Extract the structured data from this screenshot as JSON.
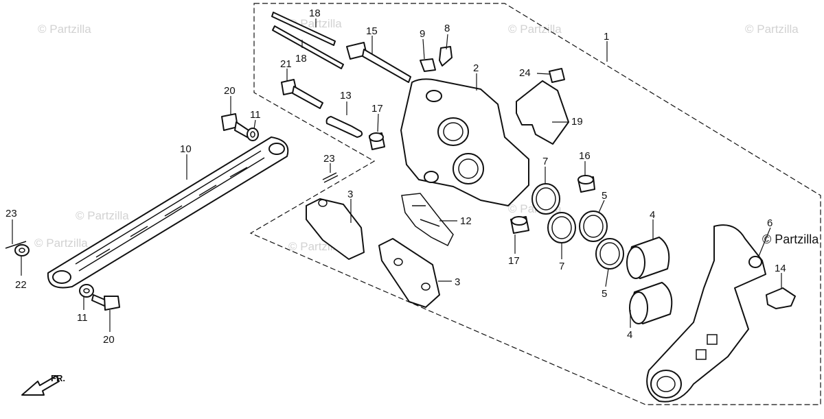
{
  "watermark": "© Partzilla",
  "brand_mark": "© Partzilla",
  "direction_label": "FR.",
  "callouts": [
    {
      "id": "c18a",
      "text": "18"
    },
    {
      "id": "c18b",
      "text": "18"
    },
    {
      "id": "c15",
      "text": "15"
    },
    {
      "id": "c9",
      "text": "9"
    },
    {
      "id": "c8",
      "text": "8"
    },
    {
      "id": "c1",
      "text": "1"
    },
    {
      "id": "c2",
      "text": "2"
    },
    {
      "id": "c24",
      "text": "24"
    },
    {
      "id": "c21",
      "text": "21"
    },
    {
      "id": "c20a",
      "text": "20"
    },
    {
      "id": "c11a",
      "text": "11"
    },
    {
      "id": "c13",
      "text": "13"
    },
    {
      "id": "c17a",
      "text": "17"
    },
    {
      "id": "c19",
      "text": "19"
    },
    {
      "id": "c10",
      "text": "10"
    },
    {
      "id": "c23a",
      "text": "23"
    },
    {
      "id": "c7a",
      "text": "7"
    },
    {
      "id": "c16",
      "text": "16"
    },
    {
      "id": "c3a",
      "text": "3"
    },
    {
      "id": "c12",
      "text": "12"
    },
    {
      "id": "c5a",
      "text": "5"
    },
    {
      "id": "c4a",
      "text": "4"
    },
    {
      "id": "c6",
      "text": "6"
    },
    {
      "id": "c23b",
      "text": "23"
    },
    {
      "id": "c22",
      "text": "22"
    },
    {
      "id": "c17b",
      "text": "17"
    },
    {
      "id": "c7b",
      "text": "7"
    },
    {
      "id": "c5b",
      "text": "5"
    },
    {
      "id": "c14",
      "text": "14"
    },
    {
      "id": "c3b",
      "text": "3"
    },
    {
      "id": "c4b",
      "text": "4"
    },
    {
      "id": "c11b",
      "text": "11"
    },
    {
      "id": "c20b",
      "text": "20"
    }
  ]
}
